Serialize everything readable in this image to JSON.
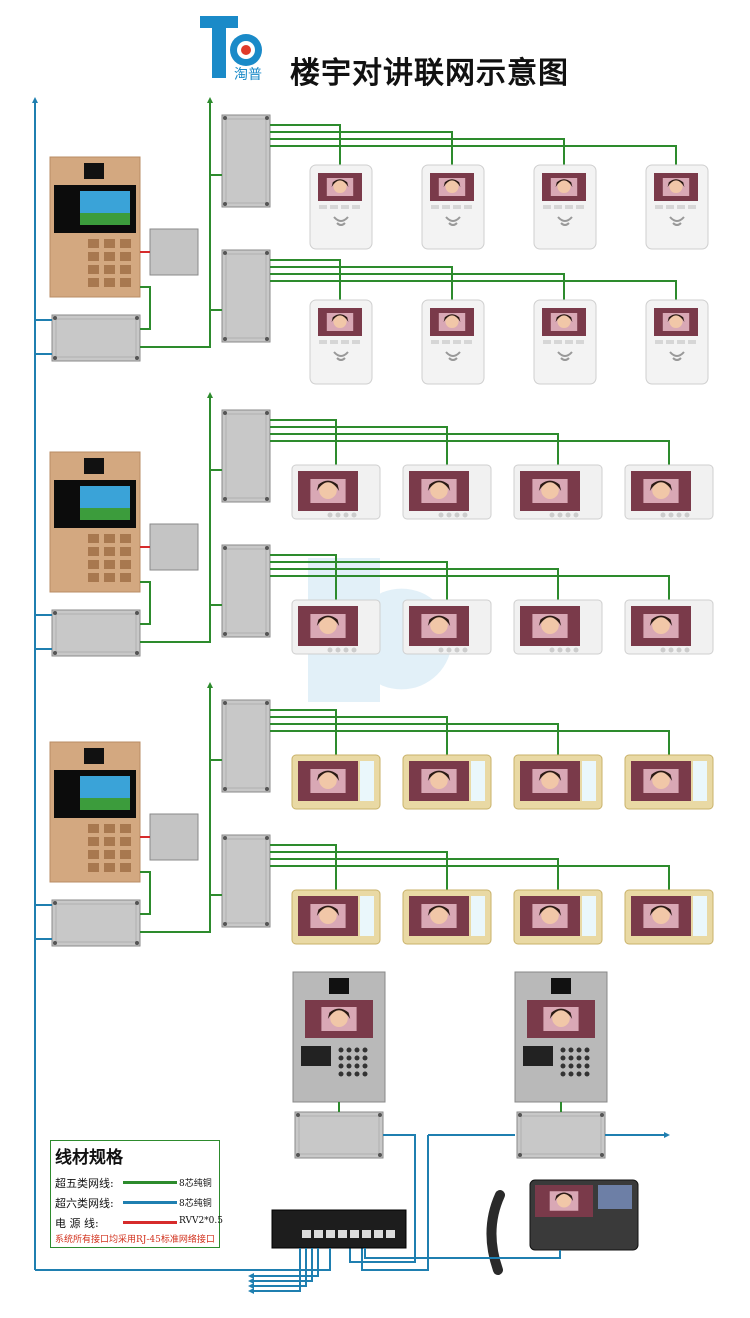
{
  "header": {
    "title": "楼宇对讲联网示意图",
    "logo_text": "淘普"
  },
  "legend": {
    "title": "线材规格",
    "rows": [
      {
        "label": "超五类网线:",
        "spec": "8芯纯铜",
        "color": "#2d8b2d"
      },
      {
        "label": "超六类网线:",
        "spec": "8芯纯铜",
        "color": "#1f7fb0"
      },
      {
        "label": "电  源  线:",
        "spec": "RVV2*0.5",
        "color": "#d62b2b"
      }
    ],
    "note": "系统所有接口均采用RJ-45标准网络接口"
  },
  "colors": {
    "cat5": "#2d8b2d",
    "cat6": "#1f7fb0",
    "power": "#d62b2b",
    "accent_logo": "#1a8ac8"
  },
  "devices": {
    "floor_monitor_rows": 6,
    "monitors_per_row": 4,
    "door_stations": 3,
    "villa_stations": 2
  }
}
